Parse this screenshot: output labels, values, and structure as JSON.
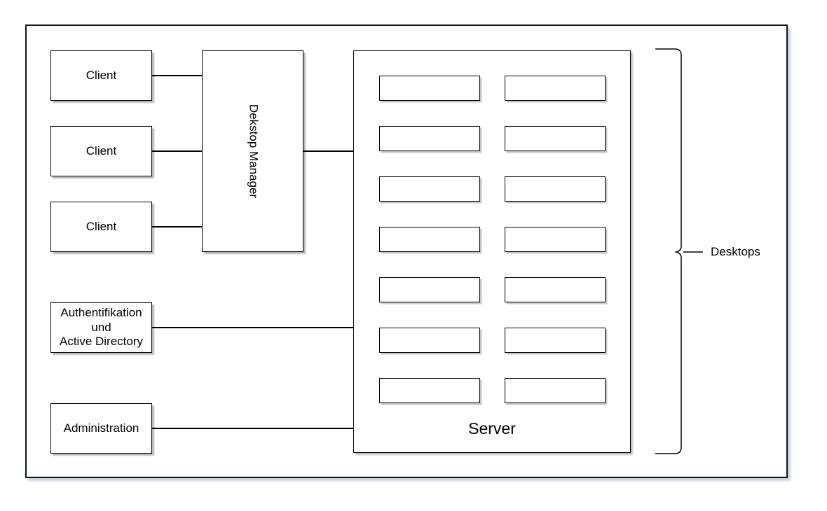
{
  "colors": {
    "stroke": "#000000",
    "outer_border": "#10161f",
    "box_fill": "#ffffff",
    "box_shadow": "rgba(0,0,0,0.28)",
    "outer_shadow": "rgba(135,150,190,0.45)"
  },
  "boxes": {
    "clients": [
      "Client",
      "Client",
      "Client"
    ],
    "desktop_manager": "Dekstop Manager",
    "authentication": {
      "lines": [
        "Authentifikation",
        "und",
        "Active Directory"
      ]
    },
    "administration": "Administration",
    "server": {
      "label": "Server",
      "desktop_slots": {
        "rows": 7,
        "columns": 2,
        "total": 14
      }
    }
  },
  "brace_label": "Desktops"
}
